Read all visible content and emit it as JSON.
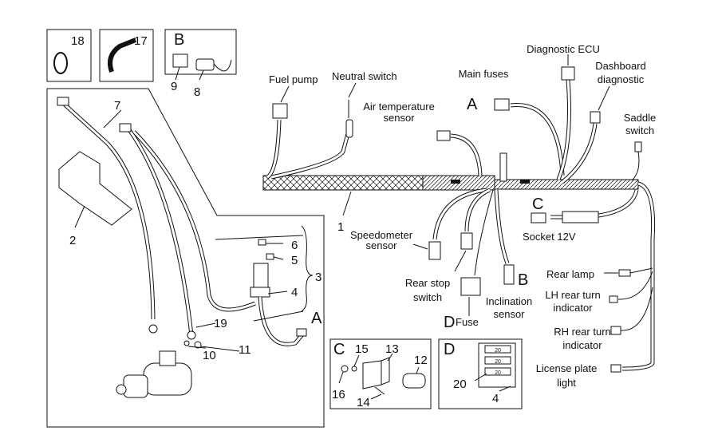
{
  "labels": {
    "fuel_pump": "Fuel pump",
    "neutral_switch": "Neutral switch",
    "air_temp_1": "Air temperature",
    "air_temp_2": "sensor",
    "main_fuses": "Main fuses",
    "diagnostic_ecu": "Diagnostic ECU",
    "dashboard_diag_1": "Dashboard",
    "dashboard_diag_2": "diagnostic",
    "saddle_switch_1": "Saddle",
    "saddle_switch_2": "switch",
    "speedometer_1": "Speedometer",
    "speedometer_2": "sensor",
    "rear_stop_1": "Rear stop",
    "rear_stop_2": "switch",
    "inclination_1": "Inclination",
    "inclination_2": "sensor",
    "fuse": "Fuse",
    "socket": "Socket 12V",
    "rear_lamp": "Rear lamp",
    "lh_turn_1": "LH rear turn",
    "lh_turn_2": "indicator",
    "rh_turn_1": "RH rear turn",
    "rh_turn_2": "indicator",
    "license_1": "License plate",
    "license_2": "light"
  },
  "letters": {
    "A1": "A",
    "A2": "A",
    "B1": "B",
    "B2": "B",
    "C1": "C",
    "C2": "C",
    "D1": "D",
    "D2": "D"
  },
  "part_numbers": {
    "p1": "1",
    "p2": "2",
    "p3": "3",
    "p4a": "4",
    "p4b": "4",
    "p5": "5",
    "p6": "6",
    "p7": "7",
    "p8": "8",
    "p9": "9",
    "p10": "10",
    "p11": "11",
    "p12": "12",
    "p13": "13",
    "p14": "14",
    "p15": "15",
    "p16": "16",
    "p17": "17",
    "p18": "18",
    "p19": "19",
    "p20": "20"
  },
  "fuse_marks": [
    "20",
    "20",
    "20"
  ]
}
